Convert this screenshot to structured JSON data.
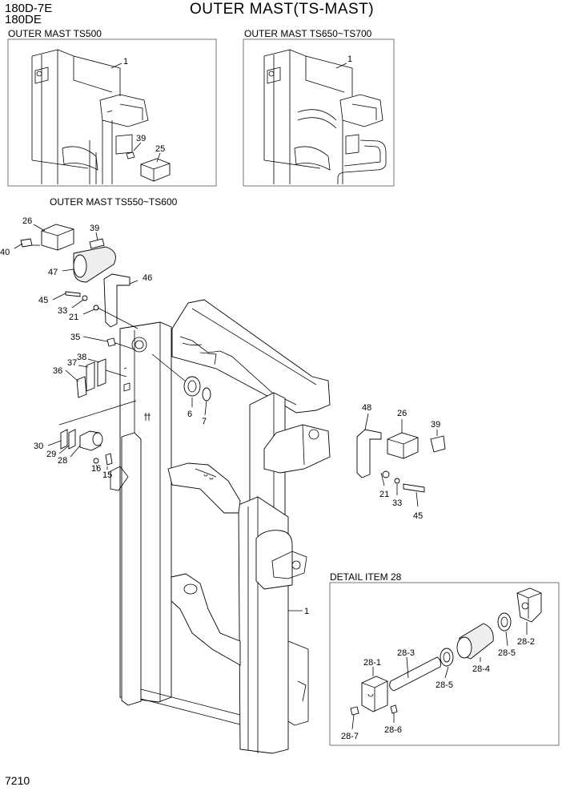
{
  "header": {
    "model_line1": "180D-7E",
    "model_line2": "180DE",
    "title": "OUTER MAST(TS-MAST)",
    "page_number": "7210"
  },
  "sections": {
    "ts500": "OUTER MAST TS500",
    "ts650": "OUTER MAST TS650~TS700",
    "ts550": "OUTER MAST TS550~TS600",
    "detail28": "DETAIL ITEM 28"
  },
  "callouts": {
    "ts500": [
      "1",
      "39",
      "25"
    ],
    "ts650": [
      "1"
    ],
    "main": [
      "26",
      "39",
      "40",
      "47",
      "46",
      "45",
      "33",
      "21",
      "35",
      "38",
      "37",
      "36",
      "6",
      "7",
      "30",
      "29",
      "28",
      "16",
      "15",
      "48",
      "26",
      "39",
      "21",
      "33",
      "45",
      "1"
    ],
    "detail": [
      "28-1",
      "28-3",
      "28-5",
      "28-4",
      "28-5",
      "28-2",
      "28-7",
      "28-6"
    ]
  }
}
